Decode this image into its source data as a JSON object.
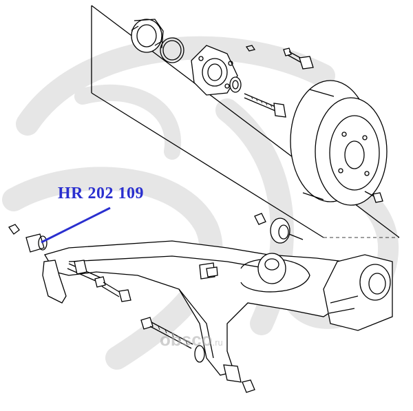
{
  "part_number": "HR 202 109",
  "watermark": {
    "site": "obsco",
    "tld": ".ru"
  },
  "colors": {
    "label": "#2a2fcf",
    "leader": "#2a2fcf",
    "logo_watermark": "#e6e6e6",
    "line_art": "#000000"
  }
}
